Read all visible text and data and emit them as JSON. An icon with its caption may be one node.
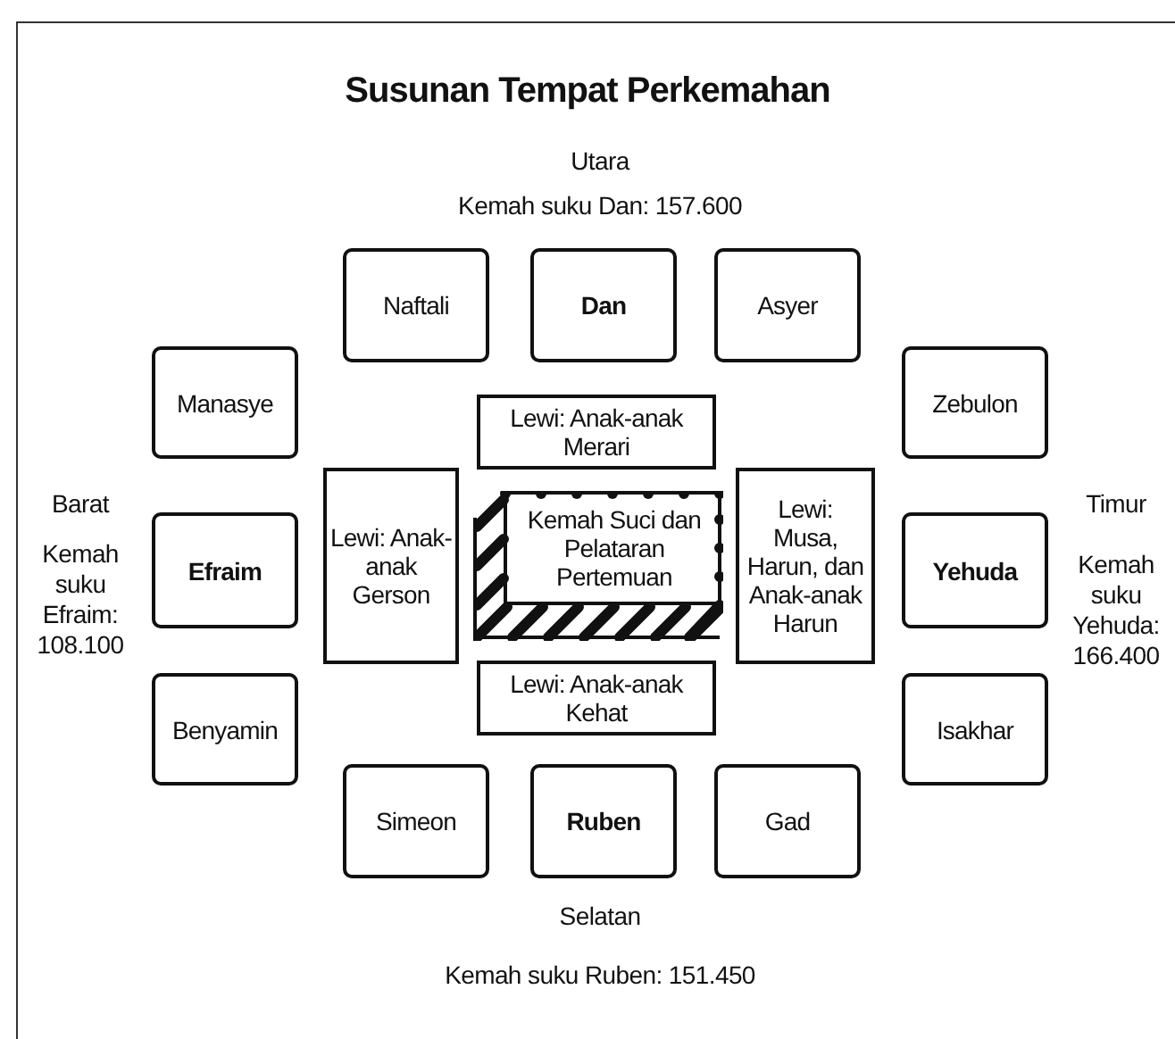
{
  "diagram": {
    "title": "Susunan Tempat Perkemahan",
    "nodes": [
      {
        "text": [
          "Naftali"
        ]
      },
      {
        "text": [
          "Dan"
        ]
      },
      {
        "text": [
          "Asyer"
        ]
      },
      {
        "text": [
          "Manasye"
        ]
      },
      {
        "text": [
          "Zebulon"
        ]
      },
      {
        "text": [
          "Lewi: Anak-anak Merari"
        ]
      },
      {
        "text": [
          "Lewi: Anak-anak Gerson"
        ]
      },
      {
        "text": [
          "Kemah Suci dan Pelataran Pertemuan"
        ]
      },
      {
        "text": [
          "Lewi: Musa, Harun, dan Anak-anak Harun"
        ]
      },
      {
        "text": [
          "Efraim"
        ]
      },
      {
        "text": [
          "Yehuda"
        ]
      },
      {
        "text": [
          "Lewi: Anak-anak Kehat"
        ]
      },
      {
        "text": [
          "Benyamin"
        ]
      },
      {
        "text": [
          "Isakhar"
        ]
      },
      {
        "text": [
          "Simeon"
        ]
      },
      {
        "text": [
          "Ruben"
        ]
      },
      {
        "text": [
          "Gad"
        ]
      }
    ],
    "labels": [
      "Utara",
      "Kemah suku Dan: 157.600",
      "Barat",
      "Timur",
      "Kemah suku Efraim: 108.100",
      "Kemah suku Yehuda: 166.400",
      "Selatan",
      "Kemah suku Ruben: 151.450"
    ]
  }
}
